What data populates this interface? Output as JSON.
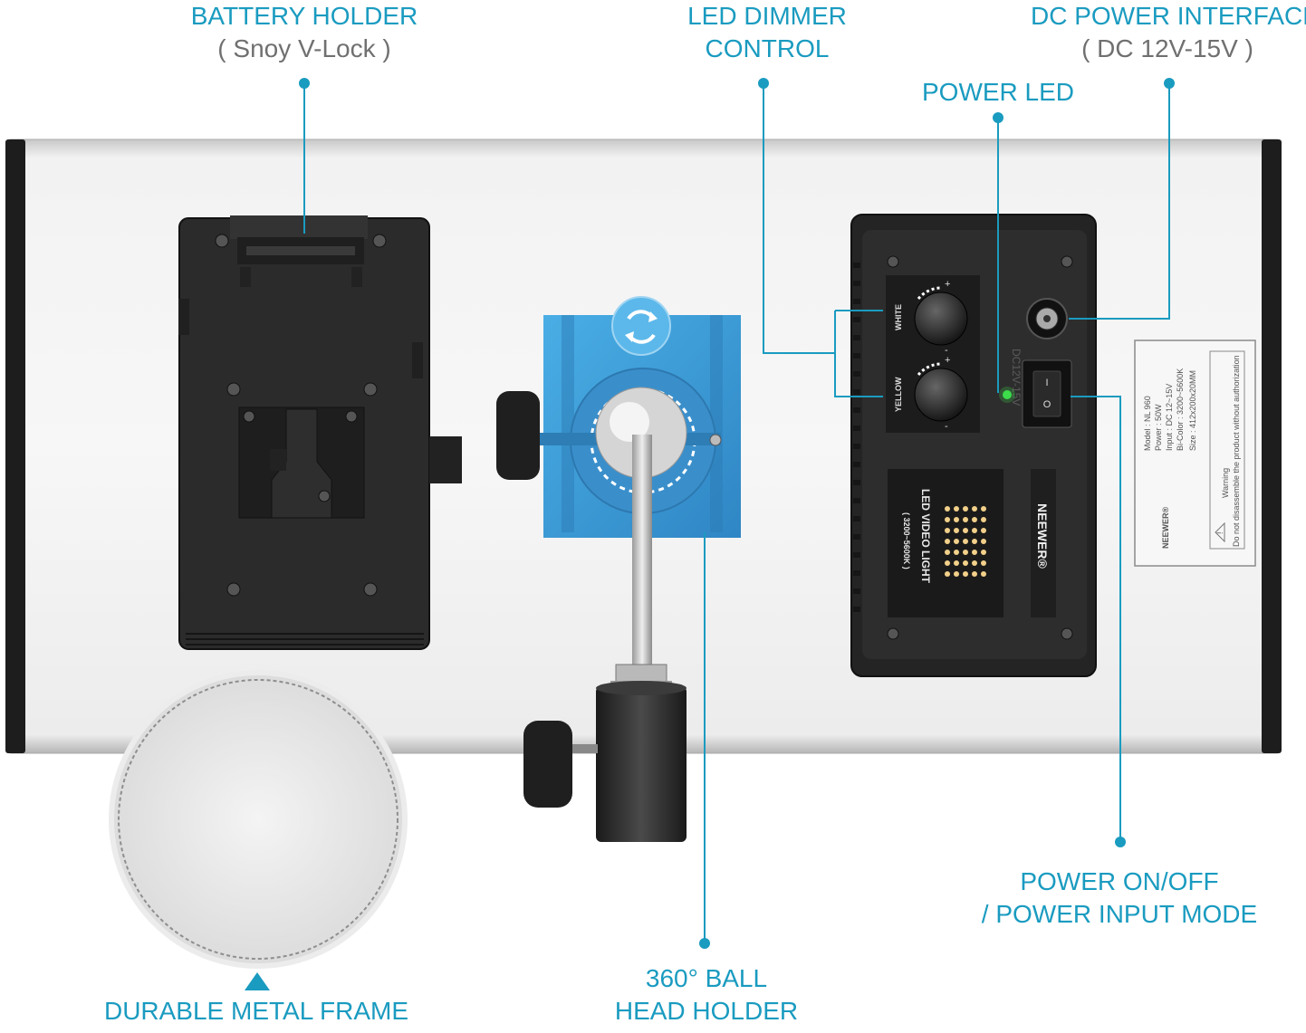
{
  "colors": {
    "accent": "#1a9bc0",
    "frame": "#d9d9d9",
    "mount_blue": "#3f9fd6",
    "housing": "#2a2a2a",
    "power_led": "#3ddc4a"
  },
  "callouts": {
    "battery": {
      "title": "BATTERY HOLDER",
      "sub": "( Snoy V-Lock )"
    },
    "dimmer": {
      "line1": "LED DIMMER",
      "line2": "CONTROL"
    },
    "dc": {
      "title": "DC POWER INTERFACE",
      "sub": "( DC 12V-15V )"
    },
    "power_led": {
      "title": "POWER LED"
    },
    "switch": {
      "line1": "POWER ON/OFF",
      "line2": "/ POWER INPUT MODE"
    },
    "ballhead": {
      "line1": "360° BALL",
      "line2": "HEAD HOLDER"
    },
    "frame": {
      "title": "DURABLE METAL FRAME"
    }
  },
  "panel": {
    "knob_white": "WHITE",
    "knob_yellow": "YELLOW",
    "dc_marking": "DC12V-15V",
    "product_line1": "LED VIDEO LIGHT",
    "product_line2": "( 3200~5600K )",
    "brand": "NEEWER®",
    "switch_on": "I",
    "switch_off": "O",
    "knob_plus": "+",
    "knob_minus": "-"
  },
  "spec_label": {
    "brand": "NEEWER®",
    "model": "Model : NL 960",
    "power": "Power : 50W",
    "input": "Input : DC 12~15V",
    "bicolor": "Bi-Color : 3200~5600K",
    "size": "Size : 412x200x20MM",
    "warning_title": "Warning",
    "warning_text": "Do not disassemble the product without authorization",
    "warning_symbol": "!"
  },
  "icons": {
    "rotate": "rotate-icon",
    "triangle": "triangle-up-icon"
  }
}
